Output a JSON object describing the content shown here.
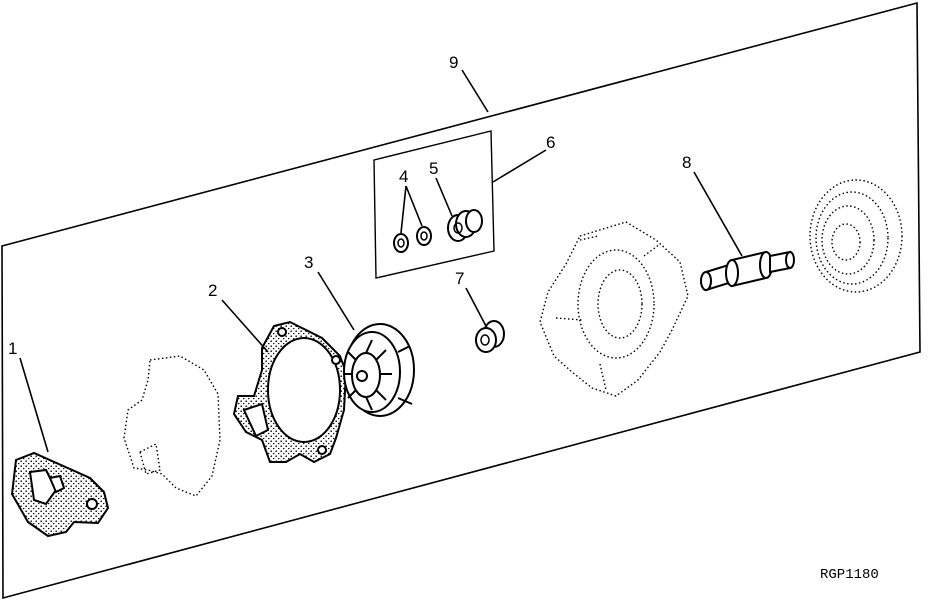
{
  "figure": {
    "reference_id": "RGP1180",
    "colors": {
      "ink": "#000000",
      "background": "#ffffff"
    }
  },
  "callouts": [
    {
      "number": "1"
    },
    {
      "number": "2"
    },
    {
      "number": "3"
    },
    {
      "number": "4"
    },
    {
      "number": "5"
    },
    {
      "number": "6"
    },
    {
      "number": "7"
    },
    {
      "number": "8"
    },
    {
      "number": "9"
    }
  ]
}
